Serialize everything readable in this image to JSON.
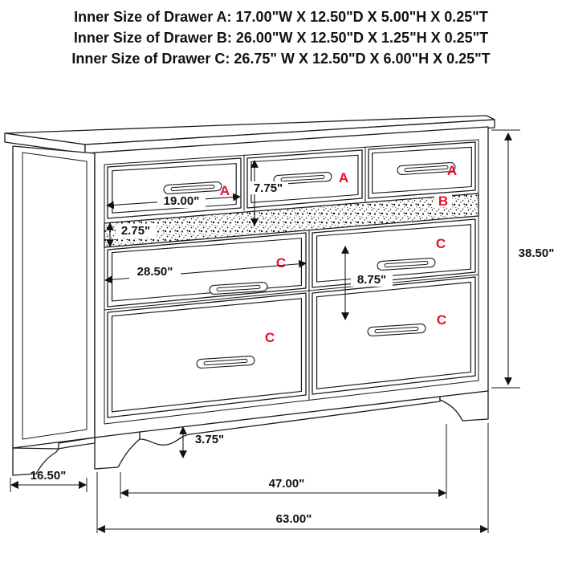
{
  "title_lines": [
    "Inner Size of Drawer A: 17.00\"W X 12.50\"D X 5.00\"H X 0.25\"T",
    "Inner Size of Drawer B: 26.00\"W X 12.50\"D X 1.25\"H X 0.25\"T",
    "Inner Size of Drawer C: 26.75\" W X 12.50\"D X 6.00\"H X 0.25\"T"
  ],
  "labels": {
    "drawer_a": "A",
    "drawer_b": "B",
    "drawer_c": "C"
  },
  "dims": {
    "drawer_a_width": "19.00\"",
    "top_section_height": "7.75\"",
    "jewelry_drawer_height": "2.75\"",
    "drawer_c_width": "28.50\"",
    "drawer_c_height": "8.75\"",
    "overall_height": "38.50\"",
    "foot_height": "3.75\"",
    "side_depth": "16.50\"",
    "leg_span": "47.00\"",
    "overall_width": "63.00\""
  },
  "colors": {
    "label_red": "#e8112d",
    "line": "#1a1a1a"
  }
}
